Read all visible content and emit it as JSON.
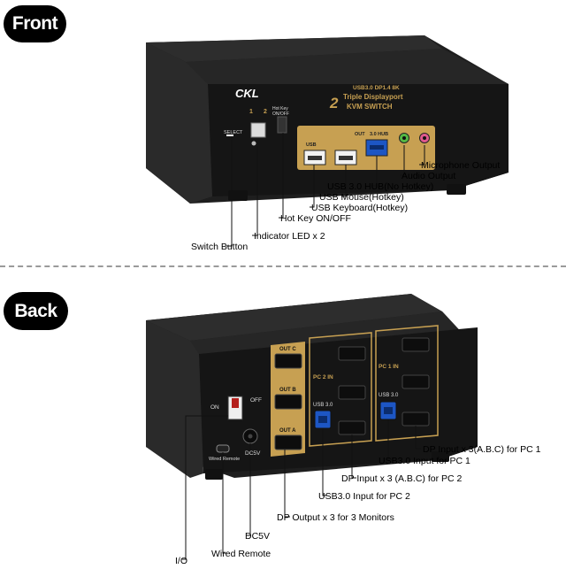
{
  "front": {
    "badge": "Front",
    "brand": "CKL",
    "title_tag": "USB3.0 DP1.4 8K",
    "title_line1": "Triple Displayport",
    "title_line2": "KVM SWITCH",
    "title_number": "2",
    "panel": {
      "select": "SELECT",
      "pc1": "1",
      "pc2": "2",
      "hotkey": "Hot Key ON/OFF",
      "usb_tag": "USB",
      "out_tag": "OUT",
      "hub_tag": "3.0 HUB"
    },
    "callouts": [
      "Microphone Output",
      "Audio Output",
      "USB 3.0 HUB(No Hotkey)",
      "USB Mouse(Hotkey)",
      "USB Keyboard(Hotkey)",
      "Hot Key ON/OFF",
      "Indicator LED x 2",
      "Switch Button"
    ]
  },
  "back": {
    "badge": "Back",
    "panel": {
      "on": "ON",
      "off": "OFF",
      "wired_remote": "Wired Remote",
      "dc5v": "DC5V",
      "out_c": "OUT C",
      "out_b": "OUT B",
      "out_a": "OUT A",
      "pc2_in": "PC 2 IN",
      "pc1_in": "PC 1 IN",
      "usb30_left": "USB 3.0",
      "usb30_right": "USB 3.0"
    },
    "callouts": [
      "DP Input x 3(A.B.C) for PC 1",
      "USB3.0 Input for PC 1",
      "DP Input x 3 (A.B.C) for PC 2",
      "USB3.0 Input for PC 2",
      "DP Output x 3 for 3 Monitors",
      "DC5V",
      "Wired Remote",
      "I/O"
    ]
  }
}
